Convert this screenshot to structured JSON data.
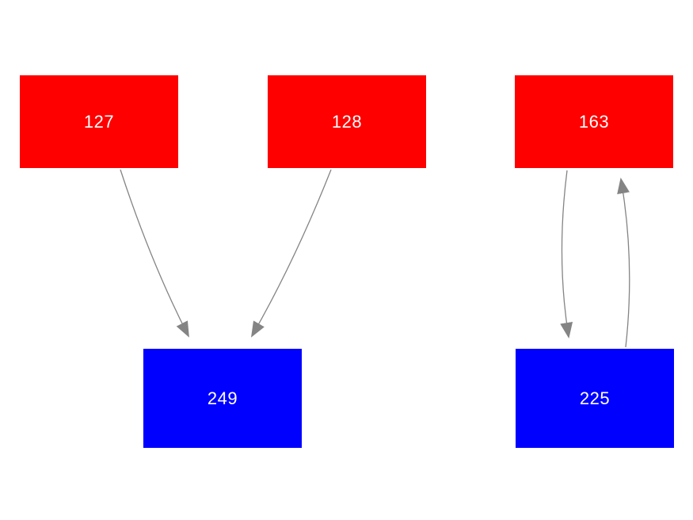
{
  "diagram": {
    "background_color": "#ffffff",
    "edge_color": "#848484",
    "arrowhead_color": "#848484",
    "node_text_color": "#ffffff",
    "source_node_color": "#ff0000",
    "target_node_color": "#0000ff",
    "nodes": [
      {
        "id": "127",
        "label": "127",
        "color": "#ff0000",
        "text_color": "#ffffff",
        "role": "source"
      },
      {
        "id": "128",
        "label": "128",
        "color": "#ff0000",
        "text_color": "#ffffff",
        "role": "source"
      },
      {
        "id": "163",
        "label": "163",
        "color": "#ff0000",
        "text_color": "#ffffff",
        "role": "source"
      },
      {
        "id": "249",
        "label": "249",
        "color": "#0000ff",
        "text_color": "#ffffff",
        "role": "target"
      },
      {
        "id": "225",
        "label": "225",
        "color": "#0000ff",
        "text_color": "#ffffff",
        "role": "target"
      }
    ],
    "edges": [
      {
        "from": "127",
        "to": "249"
      },
      {
        "from": "128",
        "to": "249"
      },
      {
        "from": "163",
        "to": "225"
      },
      {
        "from": "225",
        "to": "163"
      }
    ]
  }
}
